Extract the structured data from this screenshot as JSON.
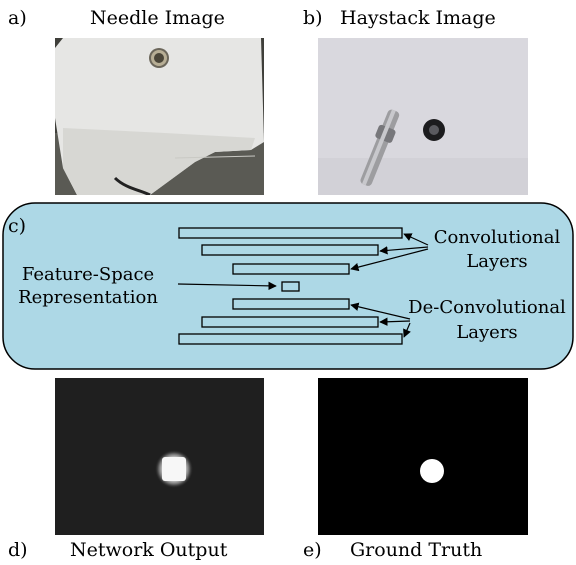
{
  "panels": {
    "a": {
      "letter": "a)",
      "title": "Needle Image"
    },
    "b": {
      "letter": "b)",
      "title": "Haystack Image"
    },
    "c": {
      "letter": "c)"
    },
    "d": {
      "letter": "d)",
      "title": "Network Output"
    },
    "e": {
      "letter": "e)",
      "title": "Ground Truth"
    }
  },
  "diagram": {
    "feature_label_line1": "Feature-Space",
    "feature_label_line2": "Representation",
    "conv_label_line1": "Convolutional",
    "conv_label_line2": "Layers",
    "deconv_label_line1": "De-Convolutional",
    "deconv_label_line2": "Layers",
    "box_color": "#add8e6"
  }
}
